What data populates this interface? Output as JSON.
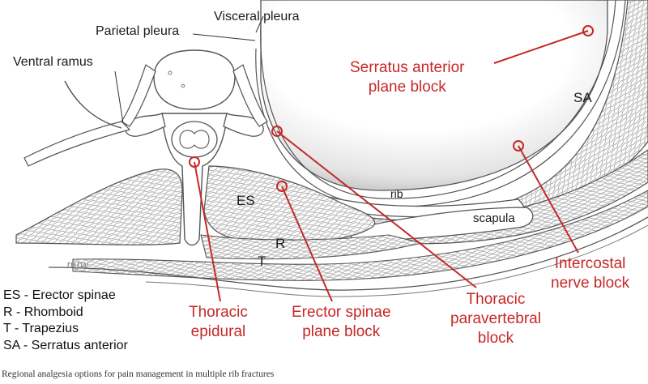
{
  "structure_labels": {
    "visceral_pleura": "Visceral pleura",
    "parietal_pleura": "Parietal pleura",
    "ventral_ramus": "Ventral ramus",
    "sa": "SA",
    "es": "ES",
    "rib": "rib",
    "scapula": "scapula",
    "r": "R",
    "t": "T",
    "signature": "mjw"
  },
  "blocks": {
    "serratus_anterior": "Serratus anterior\nplane block",
    "intercostal": "Intercostal\nnerve block",
    "thoracic_paravertebral": "Thoracic\nparavertebral\nblock",
    "erector_spinae": "Erector spinae\nplane block",
    "thoracic_epidural": "Thoracic\nepidural"
  },
  "legend": [
    "ES - Erector spinae",
    "R - Rhomboid",
    "T - Trapezius",
    "SA - Serratus anterior"
  ],
  "caption": "Regional analgesia options for pain management in multiple rib fractures",
  "colors": {
    "injection_marker": "#c62828",
    "line_art": "#555555",
    "lung_shade": "#d0d0d0"
  }
}
